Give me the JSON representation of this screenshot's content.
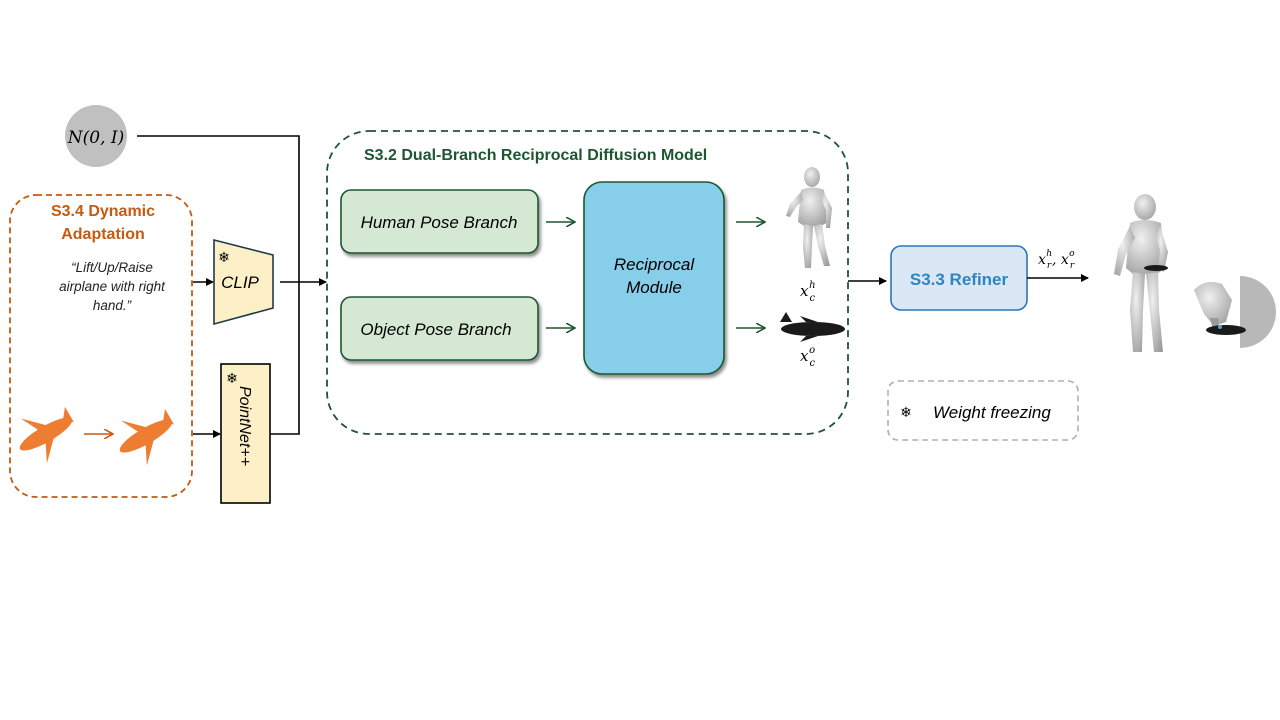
{
  "noise": {
    "label": "N(0, I)"
  },
  "dynamic_adaptation": {
    "title_line1": "S3.4 Dynamic",
    "title_line2": "Adaptation",
    "prompt_line1": "“Lift/Up/Raise",
    "prompt_line2": "airplane with right",
    "prompt_line3": "hand.”"
  },
  "clip": {
    "label": "CLIP"
  },
  "pointnet": {
    "label": "PointNet++"
  },
  "diffusion_model": {
    "title": "S3.2 Dual-Branch Reciprocal Diffusion Model",
    "human_branch": "Human Pose Branch",
    "object_branch": "Object Pose Branch",
    "reciprocal_line1": "Reciprocal",
    "reciprocal_line2": "Module",
    "human_output": {
      "base": "x",
      "sup": "h",
      "sub": "c"
    },
    "object_output": {
      "base": "x",
      "sup": "o",
      "sub": "c"
    }
  },
  "refiner": {
    "label": "S3.3 Refiner",
    "output": {
      "base1": "x",
      "sup1": "h",
      "sub1": "r",
      "sep": ", ",
      "base2": "x",
      "sup2": "o",
      "sub2": "r"
    }
  },
  "legend": {
    "icon": "snowflake-icon",
    "label": "Weight freezing"
  },
  "colors": {
    "orange": "#c55a11",
    "orange_fill": "#ed7d31",
    "green": "#1e5631",
    "green_fill": "#d5e8d4",
    "reciprocal_fill": "#87ceeb",
    "refiner_fill": "#dae8f6",
    "refiner_border": "#2e75b6",
    "refiner_text": "#2e86c1",
    "clip_fill": "#fdf0c7",
    "noise_fill": "#c0c0c0"
  }
}
